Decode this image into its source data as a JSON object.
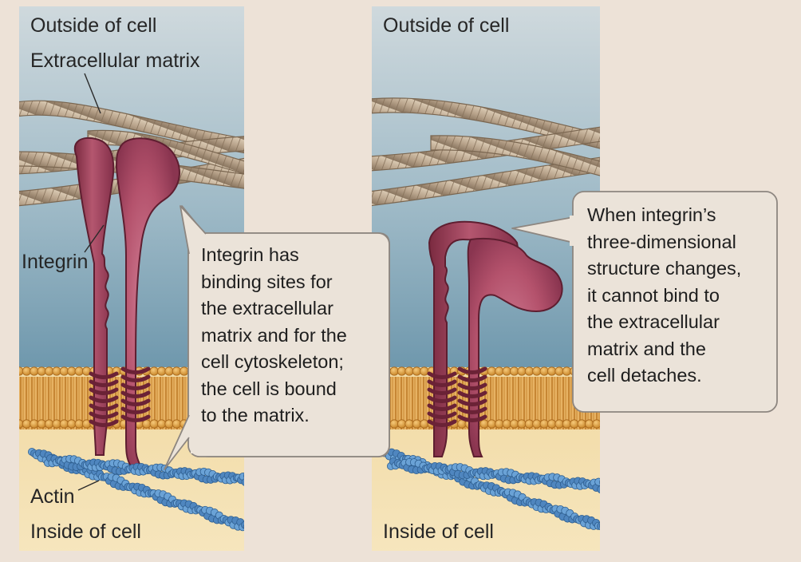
{
  "left_panel": {
    "outside_label": "Outside of cell",
    "matrix_label": "Extracellular matrix",
    "integrin_label": "Integrin",
    "actin_label": "Actin",
    "inside_label": "Inside of cell",
    "callout_lines": [
      "Integrin has",
      "binding sites for",
      "the extracellular",
      "matrix and for the",
      "cell cytoskeleton;",
      "the cell is bound",
      "to the matrix."
    ]
  },
  "right_panel": {
    "outside_label": "Outside of cell",
    "inside_label": "Inside of cell",
    "callout_lines": [
      "When integrin’s",
      "three-dimensional",
      "structure changes,",
      "it cannot bind to",
      "the extracellular",
      "matrix and the",
      "cell detaches."
    ]
  },
  "colors": {
    "background": "#ede2d7",
    "extracellular_top": "#cfd9dd",
    "extracellular_bottom": "#6f98ad",
    "cytoplasm": "#f3dfae",
    "membrane": "#d3913a",
    "fiber": "#b9a48c",
    "integrin": "#9e3f58",
    "actin": "#5b93c8"
  }
}
